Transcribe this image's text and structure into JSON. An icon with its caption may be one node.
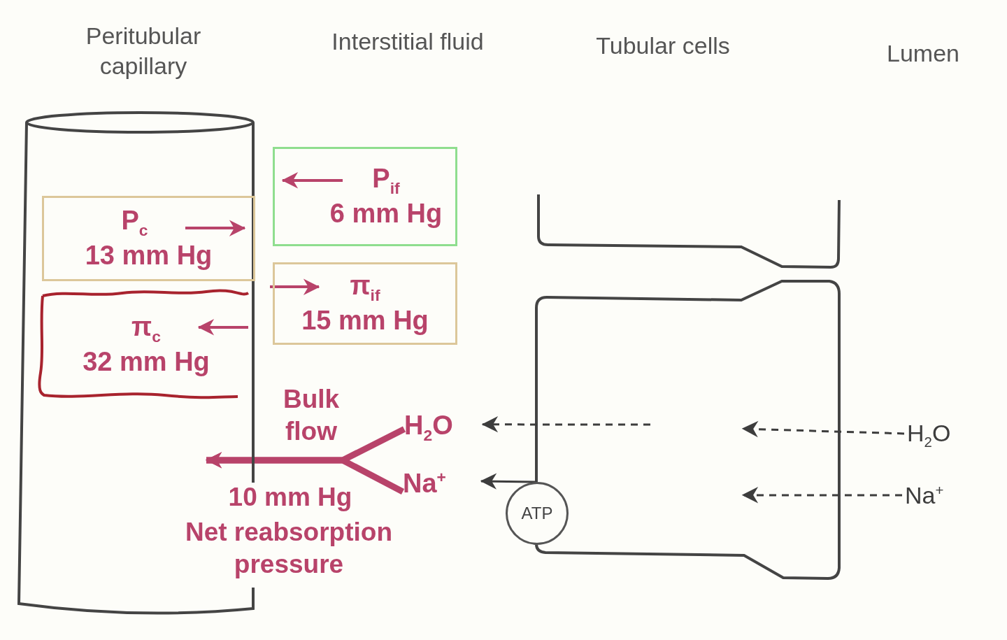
{
  "diagram": {
    "nodes": [
      {
        "text": [],
        "shape": "cylinder"
      },
      {
        "text": [
          "P$_{c}$",
          "13 mm Hg"
        ],
        "in": 0
      },
      {
        "text": [
          "π$_{c}$",
          "32 mm Hg"
        ],
        "in": 0
      },
      {
        "text": [
          "P$_{if}$",
          "6 mm Hg"
        ]
      },
      {
        "text": [
          "π$_{if}$",
          "15 mm Hg"
        ]
      },
      {
        "text": [
          "H$_{2}$O"
        ]
      },
      {
        "text": [
          "Na$^{+}$"
        ]
      },
      {
        "text": [
          "ATP"
        ]
      },
      {
        "text": [
          "H$_{2}$O"
        ]
      },
      {
        "text": [
          "Na$^{+}$"
        ]
      }
    ],
    "edges": [
      {
        "from": 5,
        "to": 0,
        "arrow": "to",
        "style": "thick",
        "color": "#b8436a"
      },
      {
        "from": 6,
        "to": 0,
        "arrow": "to",
        "style": "thick",
        "color": "#b8436a"
      },
      {
        "from": 7,
        "to": 6,
        "arrow": "to"
      },
      {
        "from": null,
        "to": 5,
        "arrow": "to",
        "style": "dashed"
      },
      {
        "from": 8,
        "to": null,
        "arrow": "to",
        "style": "dashed"
      },
      {
        "from": 9,
        "to": null,
        "arrow": "to",
        "style": "dashed"
      }
    ],
    "labels": [
      "Peritubular capillary",
      "Interstitial fluid",
      "Tubular cells",
      "Lumen",
      "Bulk flow",
      "10 mm Hg",
      "Net reabsorption pressure"
    ]
  }
}
